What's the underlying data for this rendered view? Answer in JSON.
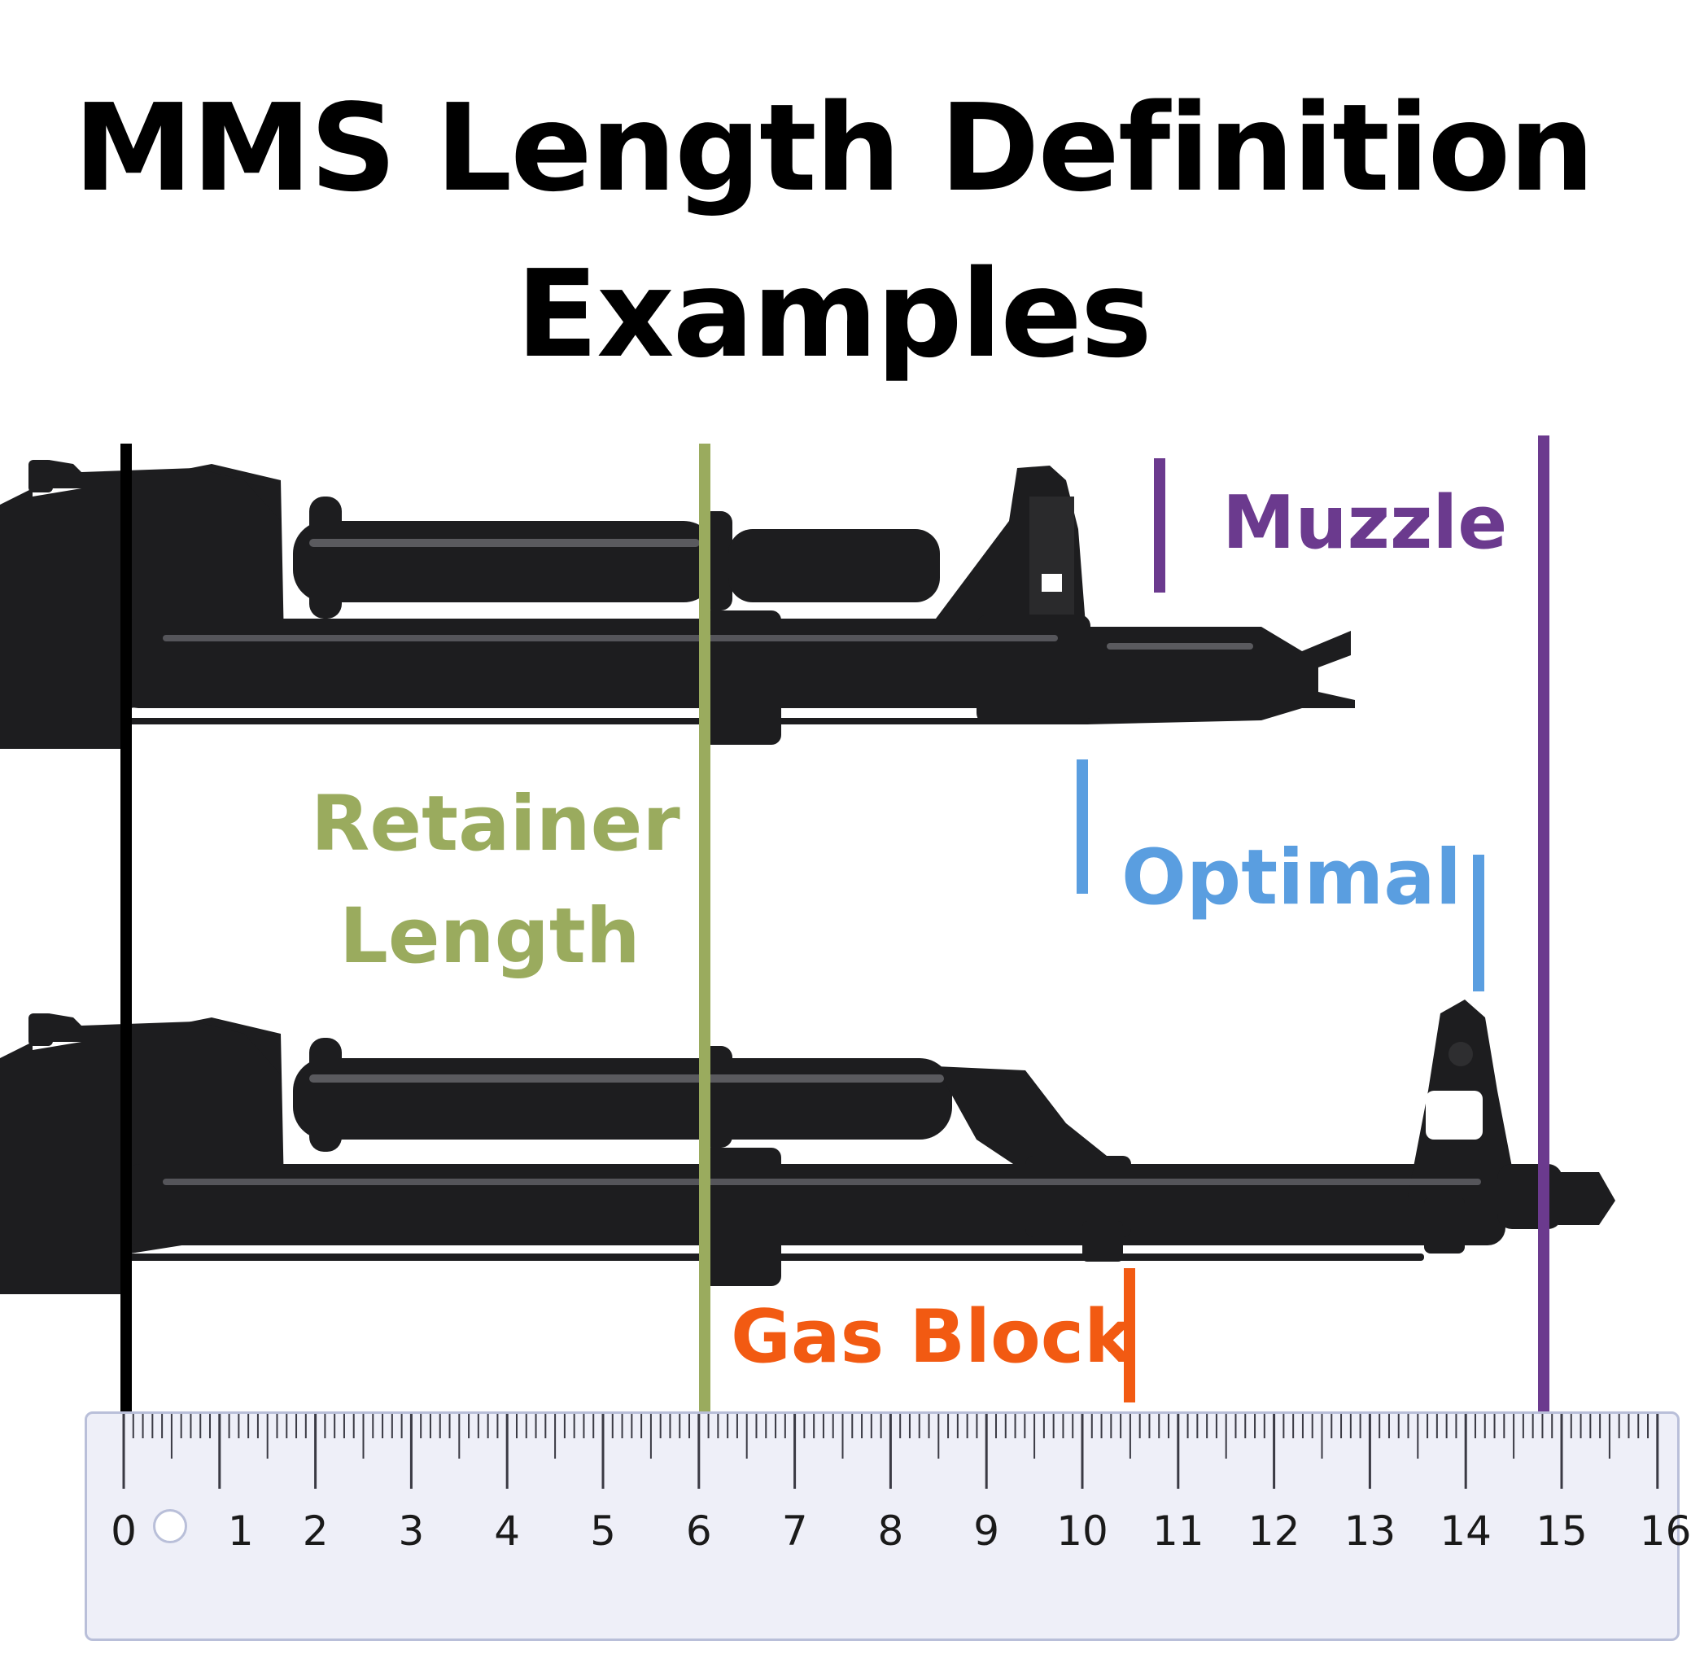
{
  "title": {
    "line1": "MMS Length Definition",
    "line2": "Examples"
  },
  "labels": {
    "muzzle": "Muzzle",
    "retainer": [
      "Retainer",
      "Length"
    ],
    "optimal": "Optimal",
    "gas_block": "Gas Block"
  },
  "colors": {
    "muzzle": "#6b3a8e",
    "retainer": "#9aab5e",
    "optimal": "#5a9ee0",
    "gas_block": "#f25a12",
    "zero_line": "#000000"
  },
  "ruler": {
    "numbers": [
      "0",
      "1",
      "2",
      "3",
      "4",
      "5",
      "6",
      "7",
      "8",
      "9",
      "10",
      "11",
      "12",
      "13",
      "14",
      "15",
      "16"
    ]
  }
}
